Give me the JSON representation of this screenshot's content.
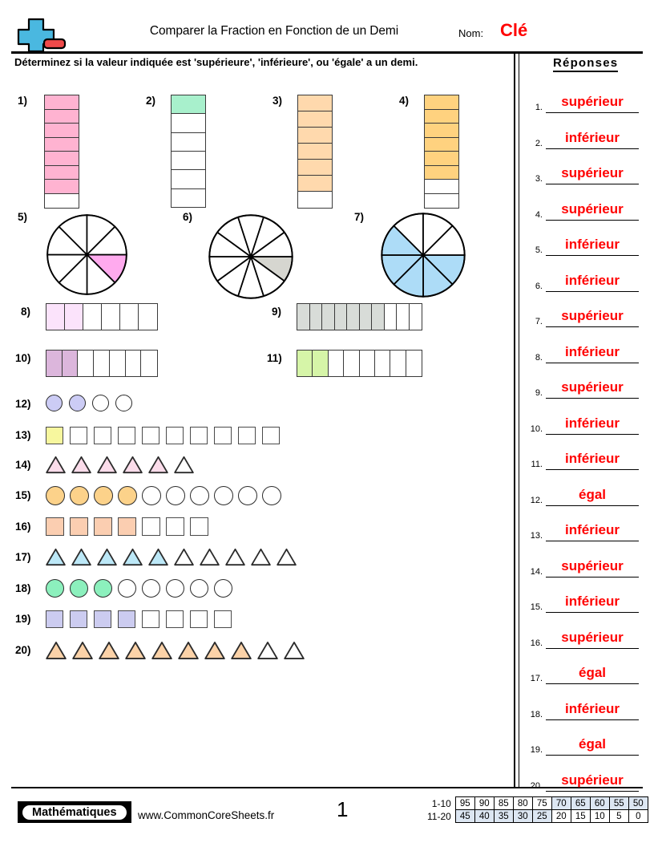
{
  "header": {
    "logo_name": "plus-minus-logo",
    "title": "Comparer la Fraction en Fonction de un Demi",
    "name_label": "Nom:",
    "name_value": "Clé",
    "instructions": "Déterminez si la valeur indiquée est 'supérieure', 'inférieure', ou 'égale' a un demi."
  },
  "answers": {
    "title": "Réponses",
    "items": [
      {
        "num": "1.",
        "value": "supérieur"
      },
      {
        "num": "2.",
        "value": "inférieur"
      },
      {
        "num": "3.",
        "value": "supérieur"
      },
      {
        "num": "4.",
        "value": "supérieur"
      },
      {
        "num": "5.",
        "value": "inférieur"
      },
      {
        "num": "6.",
        "value": "inférieur"
      },
      {
        "num": "7.",
        "value": "supérieur"
      },
      {
        "num": "8.",
        "value": "inférieur"
      },
      {
        "num": "9.",
        "value": "supérieur"
      },
      {
        "num": "10.",
        "value": "inférieur"
      },
      {
        "num": "11.",
        "value": "inférieur"
      },
      {
        "num": "12.",
        "value": "égal"
      },
      {
        "num": "13.",
        "value": "inférieur"
      },
      {
        "num": "14.",
        "value": "supérieur"
      },
      {
        "num": "15.",
        "value": "inférieur"
      },
      {
        "num": "16.",
        "value": "supérieur"
      },
      {
        "num": "17.",
        "value": "égal"
      },
      {
        "num": "18.",
        "value": "inférieur"
      },
      {
        "num": "19.",
        "value": "égal"
      },
      {
        "num": "20.",
        "value": "supérieur"
      }
    ]
  },
  "problems": [
    {
      "num": "1)",
      "type": "vbar",
      "total": 8,
      "filled": 7,
      "color": "#ffb3d1"
    },
    {
      "num": "2)",
      "type": "vbar",
      "total": 6,
      "filled": 1,
      "color": "#a8f0cc"
    },
    {
      "num": "3)",
      "type": "vbar",
      "total": 7,
      "filled": 6,
      "color": "#ffd9ad"
    },
    {
      "num": "4)",
      "type": "vbar",
      "total": 8,
      "filled": 6,
      "color": "#ffd27f"
    },
    {
      "num": "5)",
      "type": "pie",
      "total": 8,
      "filled": 1,
      "color": "#ffaaee"
    },
    {
      "num": "6)",
      "type": "pie",
      "total": 10,
      "filled": 1,
      "color": "#d6d6d0"
    },
    {
      "num": "7)",
      "type": "pie",
      "total": 8,
      "filled": 5,
      "color": "#addcf7"
    },
    {
      "num": "8)",
      "type": "hbar",
      "total": 6,
      "filled": 2,
      "color": "#fbe3fb"
    },
    {
      "num": "9)",
      "type": "hbar",
      "total": 10,
      "filled": 7,
      "color": "#d8dcd8"
    },
    {
      "num": "10)",
      "type": "hbar",
      "total": 7,
      "filled": 2,
      "color": "#dcb6dc"
    },
    {
      "num": "11)",
      "type": "hbar",
      "total": 8,
      "filled": 2,
      "color": "#d6f5a8"
    },
    {
      "num": "12)",
      "type": "circle",
      "total": 4,
      "filled": 2,
      "color": "#ccccf5"
    },
    {
      "num": "13)",
      "type": "square",
      "total": 10,
      "filled": 1,
      "color": "#f7f79e"
    },
    {
      "num": "14)",
      "type": "triangle",
      "total": 6,
      "filled": 5,
      "color": "#fbdcea"
    },
    {
      "num": "15)",
      "type": "circle",
      "total": 10,
      "filled": 4,
      "color": "#fcd28a"
    },
    {
      "num": "16)",
      "type": "square",
      "total": 7,
      "filled": 4,
      "color": "#fbceb1"
    },
    {
      "num": "17)",
      "type": "triangle",
      "total": 10,
      "filled": 5,
      "color": "#bce8f7"
    },
    {
      "num": "18)",
      "type": "circle",
      "total": 8,
      "filled": 3,
      "color": "#8cf0bd"
    },
    {
      "num": "19)",
      "type": "square",
      "total": 8,
      "filled": 4,
      "color": "#ccccf0"
    },
    {
      "num": "20)",
      "type": "triangle",
      "total": 10,
      "filled": 8,
      "color": "#fbd2a8"
    }
  ],
  "footer": {
    "badge": "Mathématiques",
    "url": "www.CommonCoreSheets.fr",
    "page": "1"
  },
  "score_table": {
    "rows": [
      {
        "label": "1-10",
        "values": [
          "95",
          "90",
          "85",
          "80",
          "75",
          "70",
          "65",
          "60",
          "55",
          "50"
        ],
        "highlight": [
          false,
          false,
          false,
          false,
          false,
          true,
          true,
          true,
          true,
          true
        ]
      },
      {
        "label": "11-20",
        "values": [
          "45",
          "40",
          "35",
          "30",
          "25",
          "20",
          "15",
          "10",
          "5",
          "0"
        ],
        "highlight": [
          true,
          true,
          true,
          true,
          true,
          false,
          false,
          false,
          false,
          false
        ]
      }
    ]
  }
}
